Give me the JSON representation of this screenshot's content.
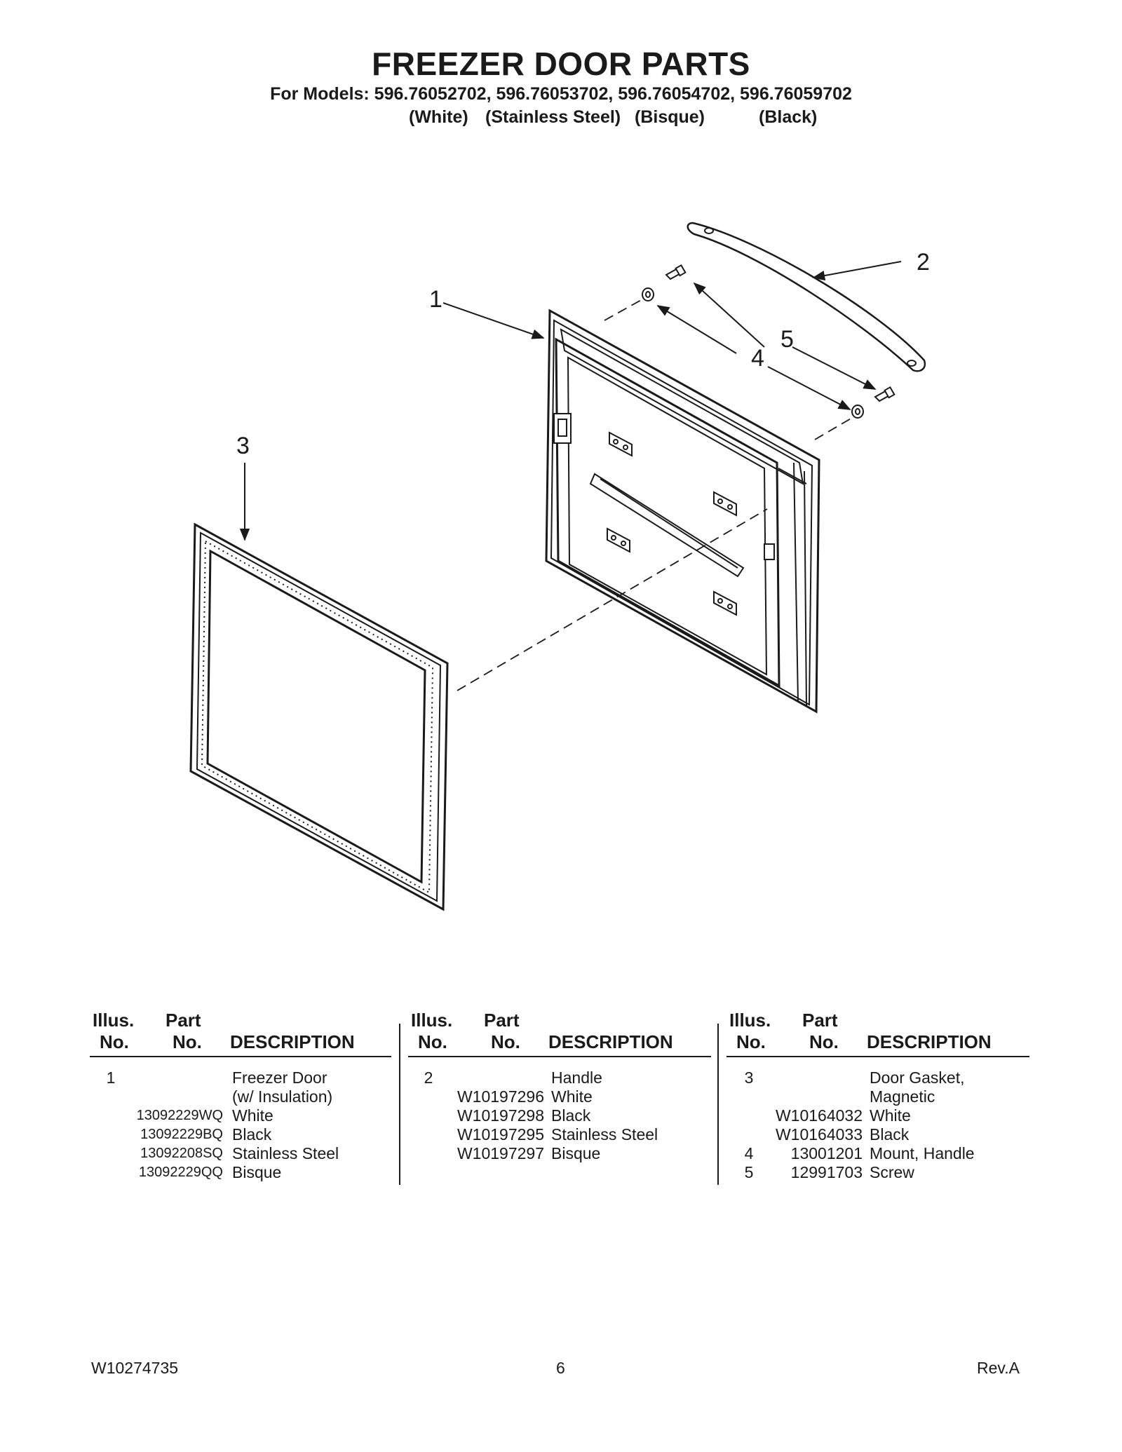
{
  "header": {
    "title": "FREEZER DOOR PARTS",
    "models": "For Models: 596.76052702, 596.76053702, 596.76054702, 596.76059702",
    "variants": [
      "(White)",
      "(Stainless Steel)",
      "(Bisque)",
      "(Black)"
    ]
  },
  "diagram": {
    "callouts": [
      "1",
      "2",
      "3",
      "4",
      "5"
    ]
  },
  "table": {
    "headers": {
      "illus": [
        "Illus.",
        "No."
      ],
      "part": [
        "Part",
        "No."
      ],
      "description": "DESCRIPTION"
    },
    "columns": [
      {
        "rows": [
          {
            "illus": "1",
            "part": "",
            "desc": "Freezer Door"
          },
          {
            "illus": "",
            "part": "",
            "desc": "(w/ Insulation)"
          },
          {
            "illus": "",
            "part": "13092229WQ",
            "desc": "White"
          },
          {
            "illus": "",
            "part": "13092229BQ",
            "desc": "Black"
          },
          {
            "illus": "",
            "part": "13092208SQ",
            "desc": "Stainless Steel"
          },
          {
            "illus": "",
            "part": "13092229QQ",
            "desc": "Bisque"
          }
        ]
      },
      {
        "rows": [
          {
            "illus": "2",
            "part": "",
            "desc": "Handle"
          },
          {
            "illus": "",
            "part": "W10197296",
            "desc": "White"
          },
          {
            "illus": "",
            "part": "W10197298",
            "desc": "Black"
          },
          {
            "illus": "",
            "part": "W10197295",
            "desc": "Stainless Steel"
          },
          {
            "illus": "",
            "part": "W10197297",
            "desc": "Bisque"
          }
        ]
      },
      {
        "rows": [
          {
            "illus": "3",
            "part": "",
            "desc": "Door Gasket,"
          },
          {
            "illus": "",
            "part": "",
            "desc": "Magnetic"
          },
          {
            "illus": "",
            "part": "W10164032",
            "desc": "White"
          },
          {
            "illus": "",
            "part": "W10164033",
            "desc": "Black"
          },
          {
            "illus": "4",
            "part": "13001201",
            "desc": "Mount, Handle"
          },
          {
            "illus": "5",
            "part": "12991703",
            "desc": "Screw"
          }
        ]
      }
    ]
  },
  "footer": {
    "doc_number": "W10274735",
    "page": "6",
    "revision": "Rev.A"
  }
}
